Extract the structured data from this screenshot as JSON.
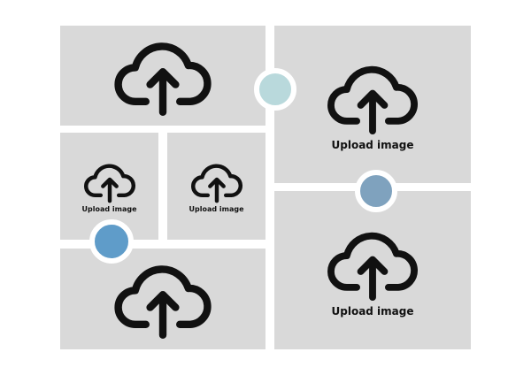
{
  "colors": {
    "panel_bg": "#d9d9d9",
    "gutter": "#ffffff",
    "icon_stroke": "#111111",
    "dot_teal": "#b9d9dc",
    "dot_steel": "#7fa2be",
    "dot_blue": "#5f9cc9"
  },
  "panels": [
    {
      "name": "top-left",
      "icon": "cloud-upload-icon",
      "label": ""
    },
    {
      "name": "small-left",
      "icon": "cloud-upload-icon",
      "label": "Upload image"
    },
    {
      "name": "small-right",
      "icon": "cloud-upload-icon",
      "label": "Upload image"
    },
    {
      "name": "bottom-left",
      "icon": "cloud-upload-icon",
      "label": ""
    },
    {
      "name": "top-right",
      "icon": "cloud-upload-icon",
      "label": "Upload image"
    },
    {
      "name": "bottom-right",
      "icon": "cloud-upload-icon",
      "label": "Upload image"
    }
  ]
}
